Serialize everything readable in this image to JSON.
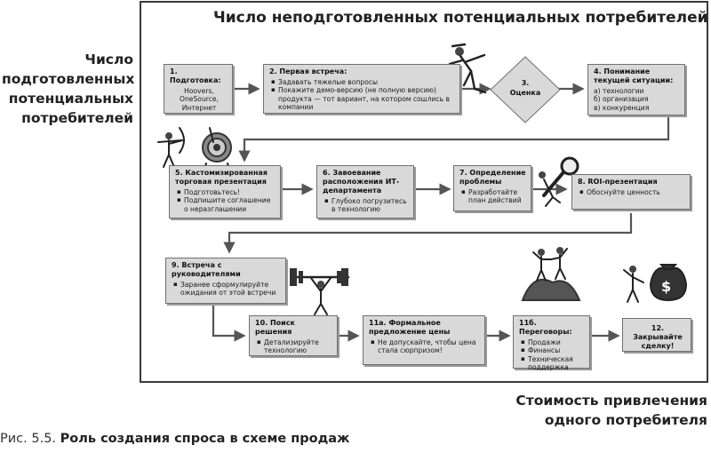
{
  "title": "Число неподготовленных потенциальных потребителей",
  "side_label": "Число подготовленных потенциальных потребителей",
  "bottom_label": "Стоимость привлечения одного потребителя",
  "caption": {
    "prefix": "Рис. 5.5.",
    "text": "Роль создания спроса в схеме продаж"
  },
  "steps": {
    "s1": {
      "title": "1. Подготовка:",
      "lines": [
        "Hoovers,",
        "OneSource,",
        "Интернет"
      ]
    },
    "s2": {
      "title": "2. Первая встреча:",
      "items": [
        "Задавать тяжелые вопросы",
        "Покажите демо-версию (не полную версию) продукта — тот вариант, на котором сошлись в компании"
      ]
    },
    "s3": {
      "title": "3. Оценка"
    },
    "s4": {
      "title": "4. Понимание текущей ситуации:",
      "lines": [
        "а) технологии",
        "б) организация",
        "в) конкуренция"
      ]
    },
    "s5": {
      "title": "5. Кастомизированная торговая презентация",
      "items": [
        "Подготовьтесь!",
        "Подпишите соглашение о неразглашении"
      ]
    },
    "s6": {
      "title": "6. Завоевание расположения ИТ-департамента",
      "items": [
        "Глубоко погрузитесь в технологию"
      ]
    },
    "s7": {
      "title": "7. Определение проблемы",
      "items": [
        "Разработайте план действий"
      ]
    },
    "s8": {
      "title": "8. ROI-презентация",
      "items": [
        "Обоснуйте ценность"
      ]
    },
    "s9": {
      "title": "9. Встреча с руководителями",
      "items": [
        "Заранее сформулируйте ожидания от этой встречи"
      ]
    },
    "s10": {
      "title": "10. Поиск решения",
      "items": [
        "Детализируйте технологию"
      ]
    },
    "s11a": {
      "title": "11а. Формальное предложение цены",
      "items": [
        "Не допускайте, чтобы цена стала сюрпризом!"
      ]
    },
    "s11b": {
      "title": "11б. Переговоры:",
      "items": [
        "Продажи",
        "Финансы",
        "Техническая поддержка"
      ]
    },
    "s12": {
      "title": "12. Закрывайте сделку!"
    }
  },
  "colors": {
    "box_fill": "#d9d9d9",
    "box_border": "#707070",
    "arrow": "#555555",
    "frame": "#3a3a3a"
  },
  "icons": [
    "climbing-man-icon",
    "archer-target-icon",
    "magnifier-icon",
    "weightlifter-icon",
    "mountain-celebration-icon",
    "money-bag-icon"
  ]
}
